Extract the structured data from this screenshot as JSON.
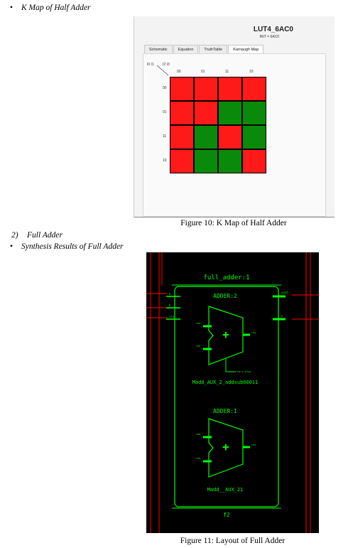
{
  "bullets": [
    {
      "marker": "•",
      "text": "K Map of Half Adder"
    },
    {
      "marker": "•",
      "text": "Synthesis Results of Full Adder"
    }
  ],
  "numbered": {
    "number": "2)",
    "text": "Full Adder"
  },
  "kmap_panel": {
    "title": "LUT4_6AC0",
    "init": "INIT = 6AC0",
    "tabs": [
      "Schematic",
      "Equation",
      "TruthTable",
      "Karnaugh Map"
    ],
    "active_tab": "Karnaugh Map",
    "corner_label_rows": "I0 I1",
    "corner_label_cols": "I2 I3",
    "col_headers": [
      "00",
      "01",
      "11",
      "10"
    ],
    "row_headers": [
      "00",
      "01",
      "11",
      "10"
    ],
    "cells": [
      [
        "red",
        "red",
        "red",
        "red"
      ],
      [
        "red",
        "red",
        "green",
        "green"
      ],
      [
        "red",
        "green",
        "red",
        "green"
      ],
      [
        "red",
        "green",
        "green",
        "red"
      ]
    ],
    "colors": {
      "one": "#ff1a1a",
      "zero": "#0a8a0a"
    }
  },
  "captions": {
    "fig10": "Figure 10: K Map of Half Adder",
    "fig11": "Figure 11: Layout of Full Adder"
  },
  "layout": {
    "top_label": "full_adder:1",
    "adder2_label": "ADDER:2",
    "adder2_net": "Madd_AUX_2_addsub00011",
    "adder1_label": "ADDER:1",
    "adder1_net": "Madd__AUX_21",
    "bottom_label": "f2",
    "port_left_1": "a",
    "port_left_2": "b",
    "port_left_3": "cin",
    "port_right_1": "cout",
    "port_right_2": "s",
    "pin_a2": "ina",
    "pin_b2": "inb",
    "pin_out2": "res",
    "pin_cin": "carr_i2ia",
    "pin_a1": "ina",
    "pin_b1": "inb",
    "pin_out1": "res",
    "colors": {
      "background": "#000000",
      "wire": "#00ff00",
      "net": "#ff0000"
    }
  }
}
